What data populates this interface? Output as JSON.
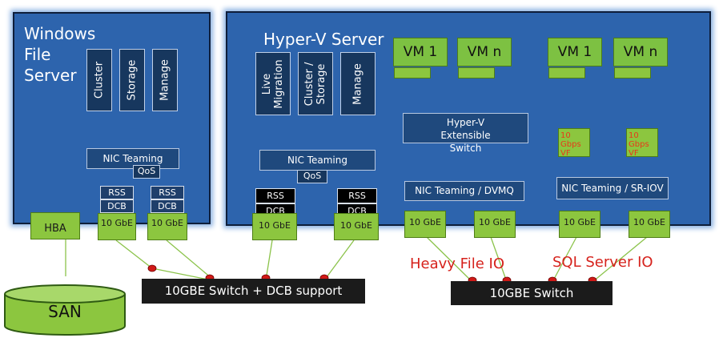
{
  "windows_server": {
    "title": "Windows File Server",
    "functions": [
      "Cluster",
      "Storage",
      "Manage"
    ],
    "teaming": "NIC Teaming",
    "qos": "QoS",
    "nics": [
      {
        "rss": "RSS",
        "dcb": "DCB",
        "speed": "10 GbE"
      },
      {
        "rss": "RSS",
        "dcb": "DCB",
        "speed": "10 GbE"
      }
    ],
    "hba": "HBA"
  },
  "hyperv_server": {
    "title": "Hyper-V Server",
    "functions": [
      "Live Migration",
      "Cluster / Storage",
      "Manage"
    ],
    "teaming": "NIC Teaming",
    "qos": "QoS",
    "nics": [
      {
        "rss": "RSS",
        "dcb": "DCB",
        "speed": "10 GbE"
      },
      {
        "rss": "RSS",
        "dcb": "DCB",
        "speed": "10 GbE"
      }
    ],
    "vms_left": [
      "VM 1",
      "VM n"
    ],
    "vms_right": [
      "VM 1",
      "VM n"
    ],
    "switch": "Hyper-V Extensible Switch",
    "dvmq": "NIC Teaming / DVMQ",
    "sriov": "NIC Teaming / SR-IOV",
    "vfs": [
      "10 Gbps VF",
      "10 Gbps VF"
    ],
    "nics_right": [
      "10 GbE",
      "10 GbE",
      "10 GbE",
      "10 GbE"
    ]
  },
  "san": "SAN",
  "switch_dcb": "10GBE Switch + DCB support",
  "switch_plain": "10GBE Switch",
  "heavy_io": "Heavy File IO",
  "sql_io": "SQL Server IO",
  "colors": {
    "panel": "#2d64ad",
    "nic": "#8cc63f",
    "switch": "#1b1b1b",
    "accent_red": "#d6221c",
    "link": "#86c65a"
  }
}
